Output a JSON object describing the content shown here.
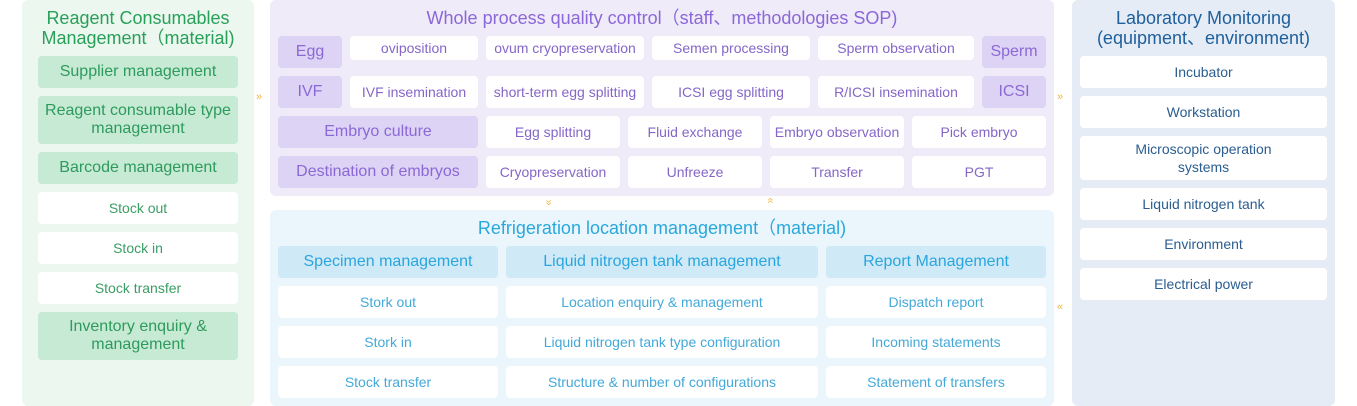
{
  "left": {
    "title_line1": "Reagent Consumables",
    "title_line2": "Management（material)",
    "items": [
      "Supplier management",
      "Reagent consumable type management",
      "Barcode management",
      "Stock out",
      "Stock in",
      "Stock transfer",
      "Inventory enquiry & management"
    ]
  },
  "mid_top": {
    "title": "Whole process quality control（staff、methodologies SOP)",
    "rows": {
      "egg_label": "Egg",
      "sperm_label": "Sperm",
      "ivf_label": "IVF",
      "icsi_label": "ICSI",
      "embryo_culture_label": "Embryo culture",
      "destination_label": "Destination of embryos",
      "row1": [
        "oviposition",
        "ovum cryopreservation",
        "Semen processing",
        "Sperm observation"
      ],
      "row2": [
        "IVF insemination",
        "short-term egg splitting",
        "ICSI egg splitting",
        "R/ICSI insemination"
      ],
      "row3": [
        "Egg splitting",
        "Fluid exchange",
        "Embryo observation",
        "Pick embryo"
      ],
      "row4": [
        "Cryopreservation",
        "Unfreeze",
        "Transfer",
        "PGT"
      ]
    }
  },
  "mid_bot": {
    "title": "Refrigeration location management（material)",
    "columns": [
      {
        "header": "Specimen management",
        "items": [
          "Stork out",
          "Stork in",
          "Stock transfer"
        ]
      },
      {
        "header": "Liquid nitrogen tank management",
        "items": [
          "Location enquiry & management",
          "Liquid nitrogen tank type configuration",
          "Structure & number of configurations"
        ]
      },
      {
        "header": "Report Management",
        "items": [
          "Dispatch report",
          "Incoming statements",
          "Statement of transfers"
        ]
      }
    ]
  },
  "right": {
    "title_line1": "Laboratory Monitoring",
    "title_line2": "(equipment、environment)",
    "items": [
      "Incubator",
      "Workstation",
      "Microscopic operation systems",
      "Liquid nitrogen tank",
      "Environment",
      "Electrical power"
    ]
  },
  "arrows": {
    "left_to_mid": "»",
    "mid_to_right": "»",
    "down": "»",
    "up": "»",
    "bot_to_right": "«"
  },
  "colors": {
    "green": "#28a05a",
    "purple": "#8b68d8",
    "blue": "#2aa8dc",
    "navy": "#1f5f9c",
    "arrow": "#f2b544"
  }
}
